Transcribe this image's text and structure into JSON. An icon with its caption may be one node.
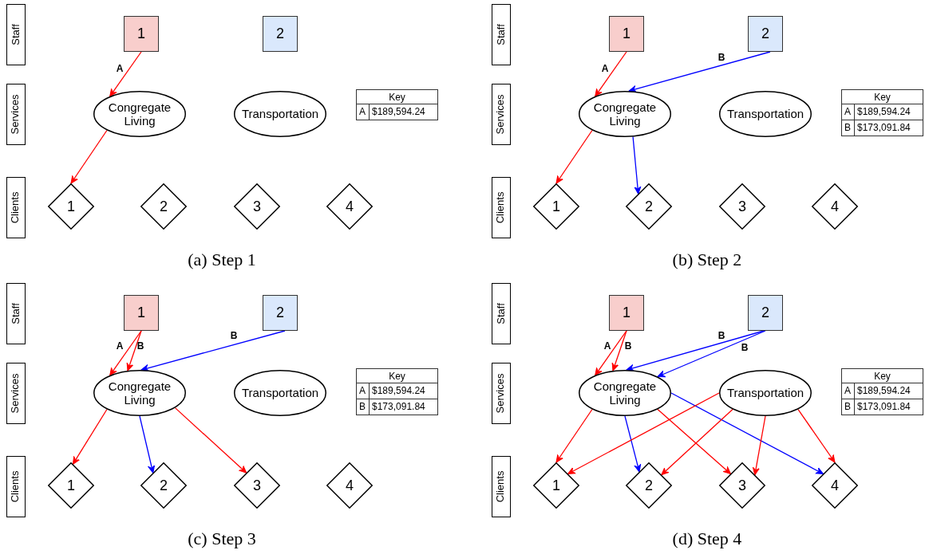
{
  "diagram": {
    "nodes": [
      {
        "text": [
          "Staff"
        ]
      },
      {
        "text": [
          "Services"
        ]
      },
      {
        "text": [
          "Clients"
        ]
      },
      {
        "text": [
          "1"
        ]
      },
      {
        "text": [
          "2"
        ]
      },
      {
        "text": [
          "Congregate Living"
        ]
      },
      {
        "text": [
          "Transportation"
        ]
      },
      {
        "text": [
          "1"
        ]
      },
      {
        "text": [
          "2"
        ]
      },
      {
        "text": [
          "3"
        ]
      },
      {
        "text": [
          "4"
        ]
      },
      {
        "text": [
          "Staff"
        ]
      },
      {
        "text": [
          "Services"
        ]
      },
      {
        "text": [
          "Clients"
        ]
      },
      {
        "text": [
          "1"
        ]
      },
      {
        "text": [
          "2"
        ]
      },
      {
        "text": [
          "Congregate Living"
        ]
      },
      {
        "text": [
          "Transportation"
        ]
      },
      {
        "text": [
          "1"
        ]
      },
      {
        "text": [
          "2"
        ]
      },
      {
        "text": [
          "3"
        ]
      },
      {
        "text": [
          "4"
        ]
      },
      {
        "text": [
          "Staff"
        ]
      },
      {
        "text": [
          "Services"
        ]
      },
      {
        "text": [
          "Clients"
        ]
      },
      {
        "text": [
          "1"
        ]
      },
      {
        "text": [
          "2"
        ]
      },
      {
        "text": [
          "Congregate Living"
        ]
      },
      {
        "text": [
          "Transportation"
        ]
      },
      {
        "text": [
          "1"
        ]
      },
      {
        "text": [
          "2"
        ]
      },
      {
        "text": [
          "3"
        ]
      },
      {
        "text": [
          "4"
        ]
      },
      {
        "text": [
          "Staff"
        ]
      },
      {
        "text": [
          "Services"
        ]
      },
      {
        "text": [
          "Clients"
        ]
      },
      {
        "text": [
          "1"
        ]
      },
      {
        "text": [
          "2"
        ]
      },
      {
        "text": [
          "Congregate Living"
        ]
      },
      {
        "text": [
          "Transportation"
        ]
      },
      {
        "text": [
          "1"
        ]
      },
      {
        "text": [
          "2"
        ]
      },
      {
        "text": [
          "3"
        ]
      },
      {
        "text": [
          "4"
        ]
      }
    ],
    "edges": [
      {
        "from": 3,
        "to": 5,
        "arrow": "to",
        "label": "A"
      },
      {
        "from": 5,
        "to": 7,
        "arrow": "to"
      },
      {
        "from": 14,
        "to": 16,
        "arrow": "to",
        "label": "A"
      },
      {
        "from": 15,
        "to": 16,
        "arrow": "to",
        "label": "B",
        "color": "#0000ff"
      },
      {
        "from": 16,
        "to": 18,
        "arrow": "to"
      },
      {
        "from": 16,
        "to": 19,
        "arrow": "to",
        "color": "#0000ff"
      },
      {
        "from": 25,
        "to": 27,
        "arrow": "to",
        "label": "A"
      },
      {
        "from": 25,
        "to": 27,
        "arrow": "to",
        "label": "B"
      },
      {
        "from": 26,
        "to": 27,
        "arrow": "to",
        "label": "B",
        "color": "#0000ff"
      },
      {
        "from": 27,
        "to": 29,
        "arrow": "to"
      },
      {
        "from": 27,
        "to": 30,
        "arrow": "to",
        "color": "#0000ff"
      },
      {
        "from": 27,
        "to": 31,
        "arrow": "to"
      },
      {
        "from": 36,
        "to": 38,
        "arrow": "to",
        "label": "A"
      },
      {
        "from": 36,
        "to": 38,
        "arrow": "to",
        "label": "B"
      },
      {
        "from": 37,
        "to": 38,
        "arrow": "to",
        "label": "B",
        "color": "#0000ff"
      },
      {
        "from": 37,
        "to": 38,
        "arrow": "to",
        "label": "B",
        "color": "#0000ff"
      },
      {
        "from": 38,
        "to": 40,
        "arrow": "to"
      },
      {
        "from": 38,
        "to": 41,
        "arrow": "to",
        "color": "#0000ff"
      },
      {
        "from": 38,
        "to": 42,
        "arrow": "to"
      },
      {
        "from": 38,
        "to": 43,
        "arrow": "to",
        "color": "#0000ff"
      },
      {
        "from": 39,
        "to": 40,
        "arrow": "to"
      },
      {
        "from": 39,
        "to": 41,
        "arrow": "to"
      },
      {
        "from": 39,
        "to": 42,
        "arrow": "to"
      },
      {
        "from": 39,
        "to": 43,
        "arrow": "to"
      }
    ],
    "labels": [
      "Key",
      "A",
      "$189,594.24",
      "(a) Step 1",
      "Key",
      "A",
      "$189,594.24",
      "B",
      "$173,091.84",
      "(b) Step 2",
      "Key",
      "A",
      "$189,594.24",
      "B",
      "$173,091.84",
      "(c) Step 3",
      "Key",
      "A",
      "$189,594.24",
      "B",
      "$173,091.84",
      "(d) Step 4"
    ]
  }
}
